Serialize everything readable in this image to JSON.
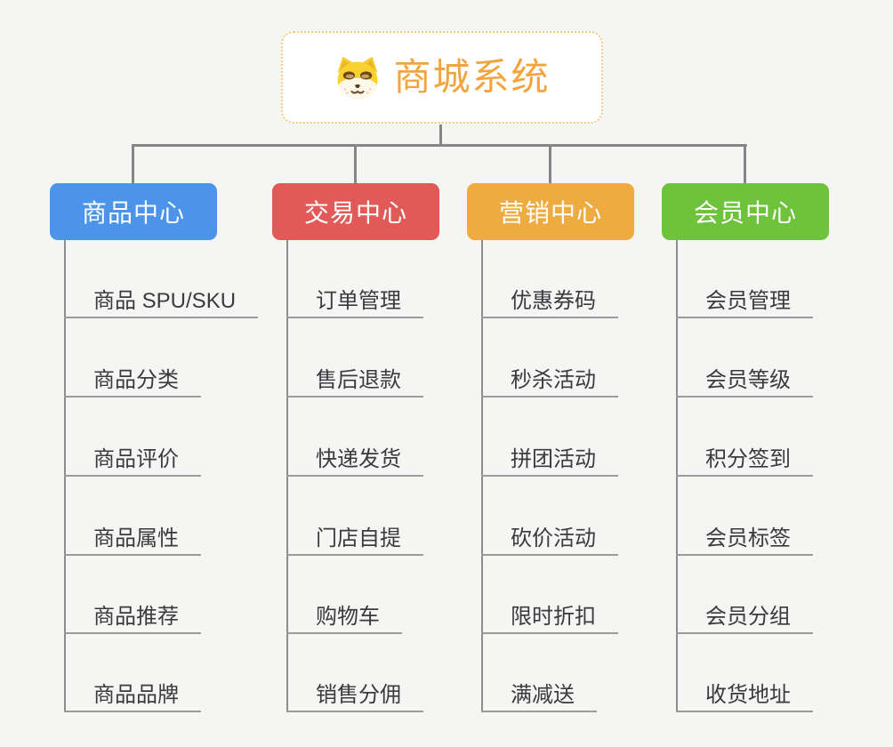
{
  "root": {
    "title": "商城系统",
    "title_color": "#f2a53c",
    "border_color": "#f5c87e",
    "icon": "dog-icon"
  },
  "connector_color": "#868686",
  "background_color": "#f5f5f4",
  "branches": [
    {
      "label": "商品中心",
      "color": "#4b94ea",
      "items": [
        "商品 SPU/SKU",
        "商品分类",
        "商品评价",
        "商品属性",
        "商品推荐",
        "商品品牌"
      ]
    },
    {
      "label": "交易中心",
      "color": "#e25a57",
      "items": [
        "订单管理",
        "售后退款",
        "快递发货",
        "门店自提",
        "购物车",
        "销售分佣"
      ]
    },
    {
      "label": "营销中心",
      "color": "#eeab3f",
      "items": [
        "优惠券码",
        "秒杀活动",
        "拼团活动",
        "砍价活动",
        "限时折扣",
        "满减送"
      ]
    },
    {
      "label": "会员中心",
      "color": "#6fc23b",
      "items": [
        "会员管理",
        "会员等级",
        "积分签到",
        "会员标签",
        "会员分组",
        "收货地址"
      ]
    }
  ]
}
